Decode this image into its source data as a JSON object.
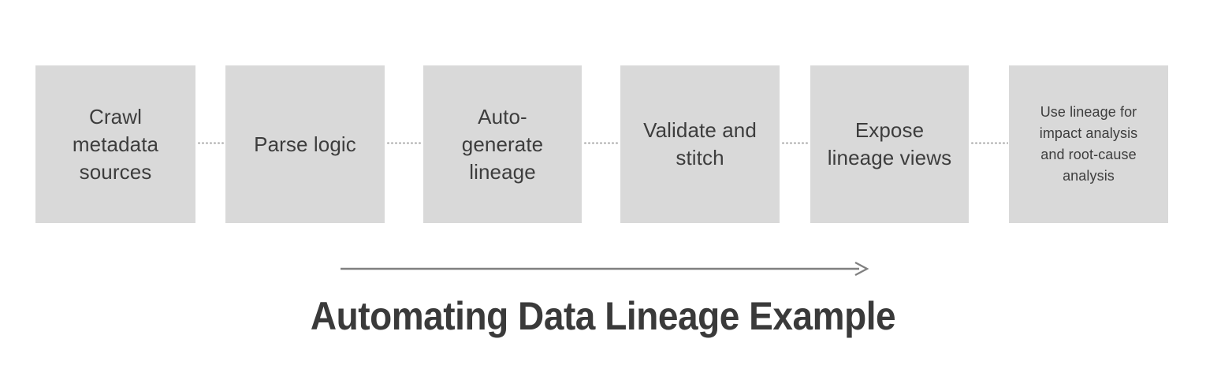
{
  "diagram": {
    "title": "Automating Data Lineage Example",
    "type": "linear-process-flow",
    "background_color": "#ffffff",
    "box_fill_color": "#d9d9d9",
    "box_text_color": "#3d3d3d",
    "title_color": "#3a3a3a",
    "connector_color": "#a6a6a6",
    "arrow_color": "#808080",
    "stages": [
      {
        "id": "stage-1",
        "label": "Crawl\nmetadata\nsources",
        "text_size": "large"
      },
      {
        "id": "stage-2",
        "label": "Parse logic",
        "text_size": "large"
      },
      {
        "id": "stage-3",
        "label": "Auto-\ngenerate\nlineage",
        "text_size": "large"
      },
      {
        "id": "stage-4",
        "label": "Validate and\nstitch",
        "text_size": "large"
      },
      {
        "id": "stage-5",
        "label": "Expose\nlineage views",
        "text_size": "large"
      },
      {
        "id": "stage-6",
        "label": "Use lineage for\nimpact analysis\nand root-cause\nanalysis",
        "text_size": "small"
      }
    ],
    "connectors": [
      {
        "from": "stage-1",
        "to": "stage-2",
        "style": "dotted"
      },
      {
        "from": "stage-2",
        "to": "stage-3",
        "style": "dotted"
      },
      {
        "from": "stage-3",
        "to": "stage-4",
        "style": "dotted"
      },
      {
        "from": "stage-4",
        "to": "stage-5",
        "style": "dotted"
      },
      {
        "from": "stage-5",
        "to": "stage-6",
        "style": "dotted"
      }
    ],
    "progress_arrow": {
      "direction": "left-to-right",
      "label": ""
    }
  }
}
